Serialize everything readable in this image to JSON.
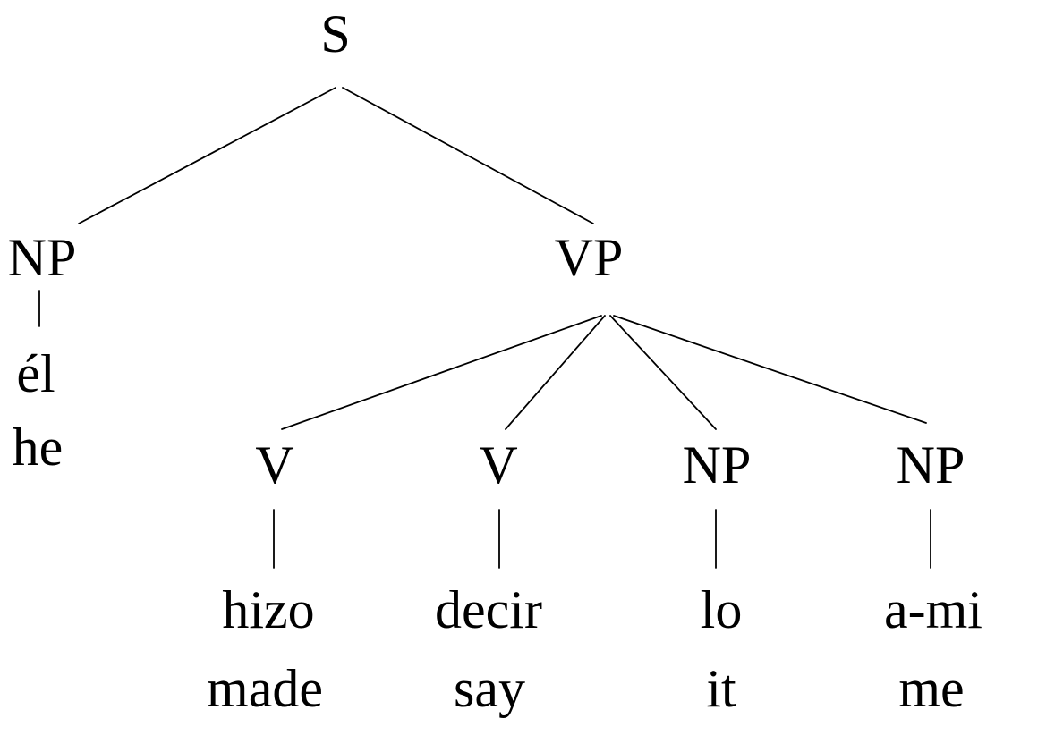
{
  "diagram": {
    "type": "syntax-tree",
    "colors": {
      "background": "#ffffff",
      "text": "#000000",
      "edge": "#000000"
    }
  },
  "tree": {
    "root": {
      "label": "S"
    },
    "np_subject": {
      "label": "NP",
      "word": "él",
      "gloss": "he"
    },
    "vp": {
      "label": "VP"
    },
    "vp_children": [
      {
        "label": "V",
        "word": "hizo",
        "gloss": "made"
      },
      {
        "label": "V",
        "word": "decir",
        "gloss": "say"
      },
      {
        "label": "NP",
        "word": "lo",
        "gloss": "it"
      },
      {
        "label": "NP",
        "word": "a-mi",
        "gloss": "me"
      }
    ]
  }
}
